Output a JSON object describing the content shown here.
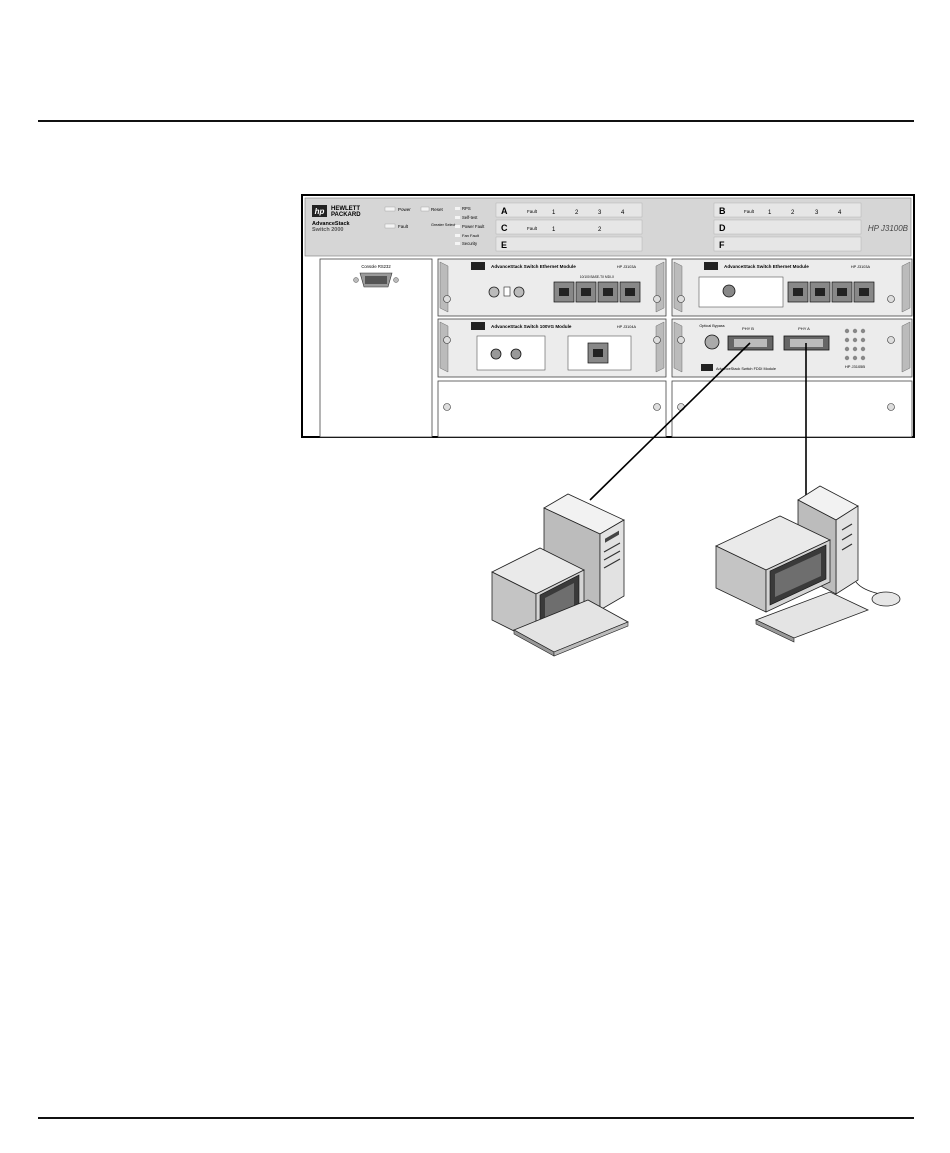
{
  "chassis": {
    "logo_line1": "HEWLETT",
    "logo_line2": "PACKARD",
    "product_line1": "AdvanceStack",
    "product_line2": "Switch 2000",
    "model": "HP J3100B",
    "console_label": "Console RS232",
    "led_labels": [
      "Power",
      "Fault",
      "Reset",
      "Greater Select",
      "RPS",
      "Self-test",
      "Power Fault",
      "Fan Fault",
      "Security"
    ],
    "slot_letters": [
      "A",
      "B",
      "C",
      "D",
      "E",
      "F"
    ],
    "fault_label": "Fault"
  },
  "modules": {
    "m1_title": "AdvanceStack Switch Ethernet Module",
    "m1_part": "HP J3103A",
    "m1_ports_title": "10/100 BASE-TX MDI-X",
    "m2_title": "AdvanceStack Switch Ethernet Module",
    "m2_part": "HP J3103A",
    "m3_title": "AdvanceStack Switch 100VG Module",
    "m3_part": "HP J3104A",
    "m4_label": "AdvanceStack Switch FDDI Module",
    "m4_part": "HP J3105B",
    "fddi_port_a": "PHY B",
    "fddi_port_b": "PHY A",
    "optical_bypass": "Optical Bypass"
  },
  "colors": {
    "panel": "#d6d6d6",
    "module": "#ececec",
    "dark": "#222222"
  }
}
